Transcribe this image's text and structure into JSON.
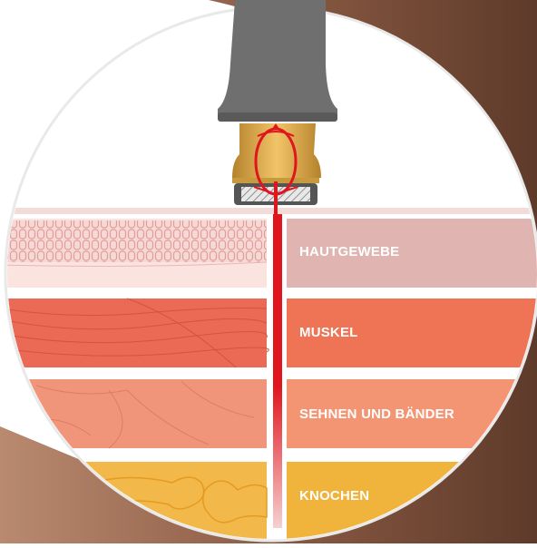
{
  "diagram": {
    "layers": [
      {
        "id": "skin",
        "label": "HAUTGEWEBE",
        "color": "#e0b4b0",
        "texture": "#f6d9d6"
      },
      {
        "id": "muscle",
        "label": "MUSKEL",
        "color": "#ef7355",
        "texture": "#ea6a55"
      },
      {
        "id": "tendon",
        "label": "SEHNEN UND BÄNDER",
        "color": "#f39473",
        "texture": "#f0957a"
      },
      {
        "id": "bone",
        "label": "KNOCHEN",
        "color": "#f0b33b",
        "texture": "#f2b94a"
      }
    ],
    "beam_color": "#e0161f",
    "applicator_color": "#6f6f6f",
    "applicator_tip_color": "#e8b550"
  }
}
